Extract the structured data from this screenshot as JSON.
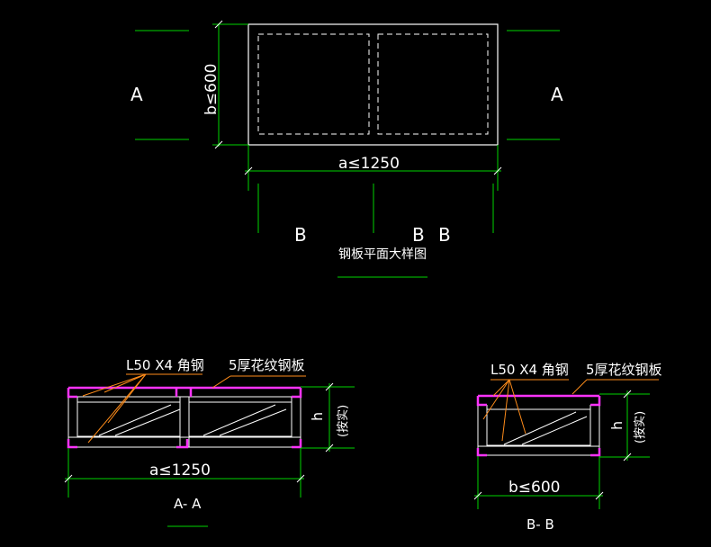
{
  "colors": {
    "background": "#000000",
    "outline": "#ffffff",
    "dimension": "#00d400",
    "leader": "#ff8c1a",
    "plate": "#ff33ff"
  },
  "plan": {
    "section_mark_a": "A",
    "dim_width": "a≤1250",
    "dim_height": "b≤600",
    "section_mark_b": "B",
    "title": "钢板平面大样图"
  },
  "section_aa": {
    "label_angle": "L50 X4 角钢",
    "label_plate": "5厚花纹钢板",
    "dim_width": "a≤1250",
    "dim_height": "h",
    "dim_height_note": "(按实)",
    "title": "A- A"
  },
  "section_bb": {
    "label_angle": "L50 X4 角钢",
    "label_plate": "5厚花纹钢板",
    "dim_width": "b≤600",
    "dim_height": "h",
    "dim_height_note": "(按实)",
    "title": "B- B"
  }
}
